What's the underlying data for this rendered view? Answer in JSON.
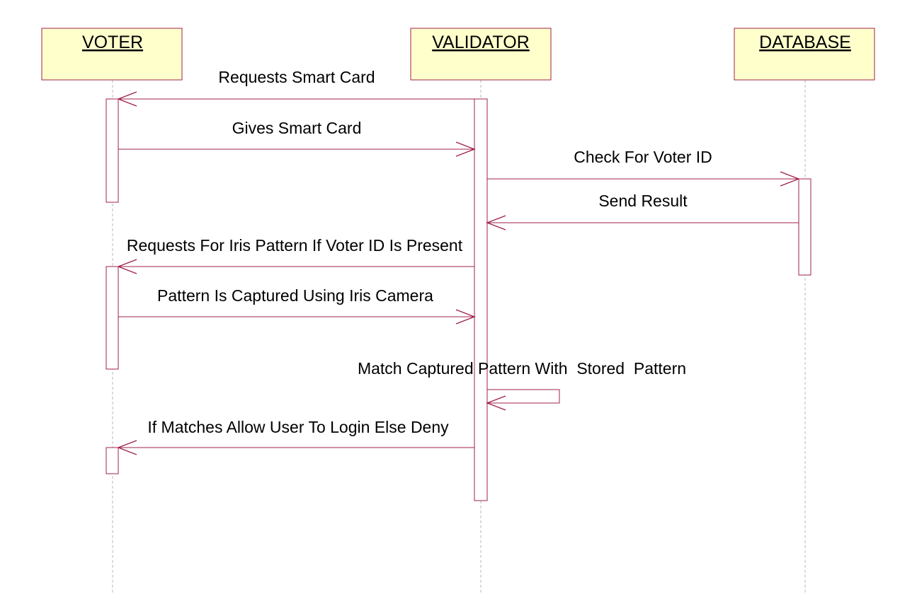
{
  "colors": {
    "actor_fill": "#ffffcc",
    "stroke": "#a0204a",
    "lifeline": "#b8b8b8"
  },
  "actors": [
    {
      "id": "voter",
      "name": "VOTER"
    },
    {
      "id": "validator",
      "name": "VALIDATOR"
    },
    {
      "id": "database",
      "name": "DATABASE"
    }
  ],
  "messages": [
    {
      "from": "validator",
      "to": "voter",
      "label": "Requests Smart Card"
    },
    {
      "from": "voter",
      "to": "validator",
      "label": "Gives Smart Card"
    },
    {
      "from": "validator",
      "to": "database",
      "label": "Check For Voter ID"
    },
    {
      "from": "database",
      "to": "validator",
      "label": "Send Result"
    },
    {
      "from": "validator",
      "to": "voter",
      "label": "Requests For Iris Pattern If Voter ID Is Present"
    },
    {
      "from": "voter",
      "to": "validator",
      "label": "Pattern Is Captured Using Iris Camera"
    },
    {
      "from": "validator",
      "to": "validator",
      "label": "Match Captured Pattern With  Stored  Pattern"
    },
    {
      "from": "validator",
      "to": "voter",
      "label": "If Matches Allow User To Login Else Deny"
    }
  ]
}
